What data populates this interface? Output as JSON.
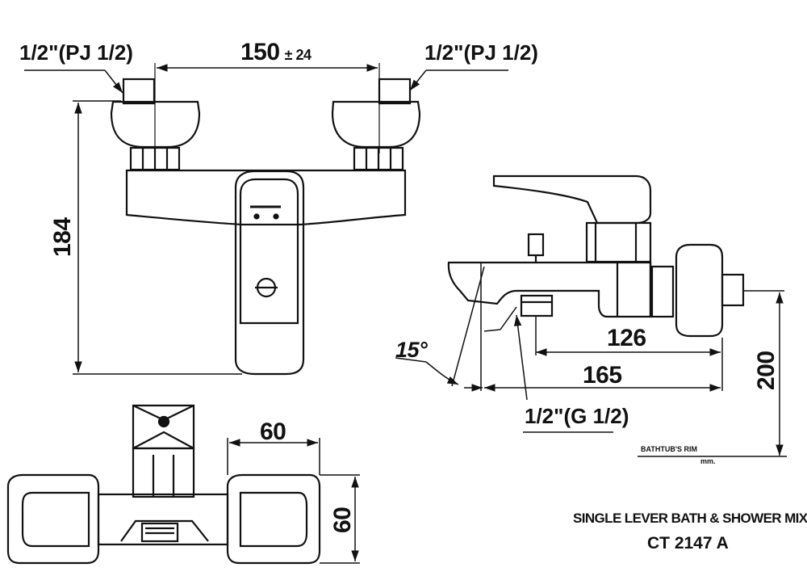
{
  "front_view": {
    "spacing_dim": "150",
    "spacing_tol": "± 24",
    "height_dim": "184",
    "inlet_left": "1/2\"(PJ 1/2)",
    "inlet_right": "1/2\"(PJ 1/2)"
  },
  "side_view": {
    "angle": "15°",
    "dim_126": "126",
    "dim_165": "165",
    "dim_200": "200",
    "outlet_thread": "1/2\"(G 1/2)",
    "rim_label": "BATHTUB'S RIM",
    "unit_label": "mm."
  },
  "top_view": {
    "width_dim": "60",
    "depth_dim": "60"
  },
  "title_block": {
    "product": "SINGLE LEVER BATH & SHOWER MIXER",
    "model": "CT 2147 A"
  },
  "colors": {
    "line": "#111111",
    "background": "#ffffff"
  }
}
